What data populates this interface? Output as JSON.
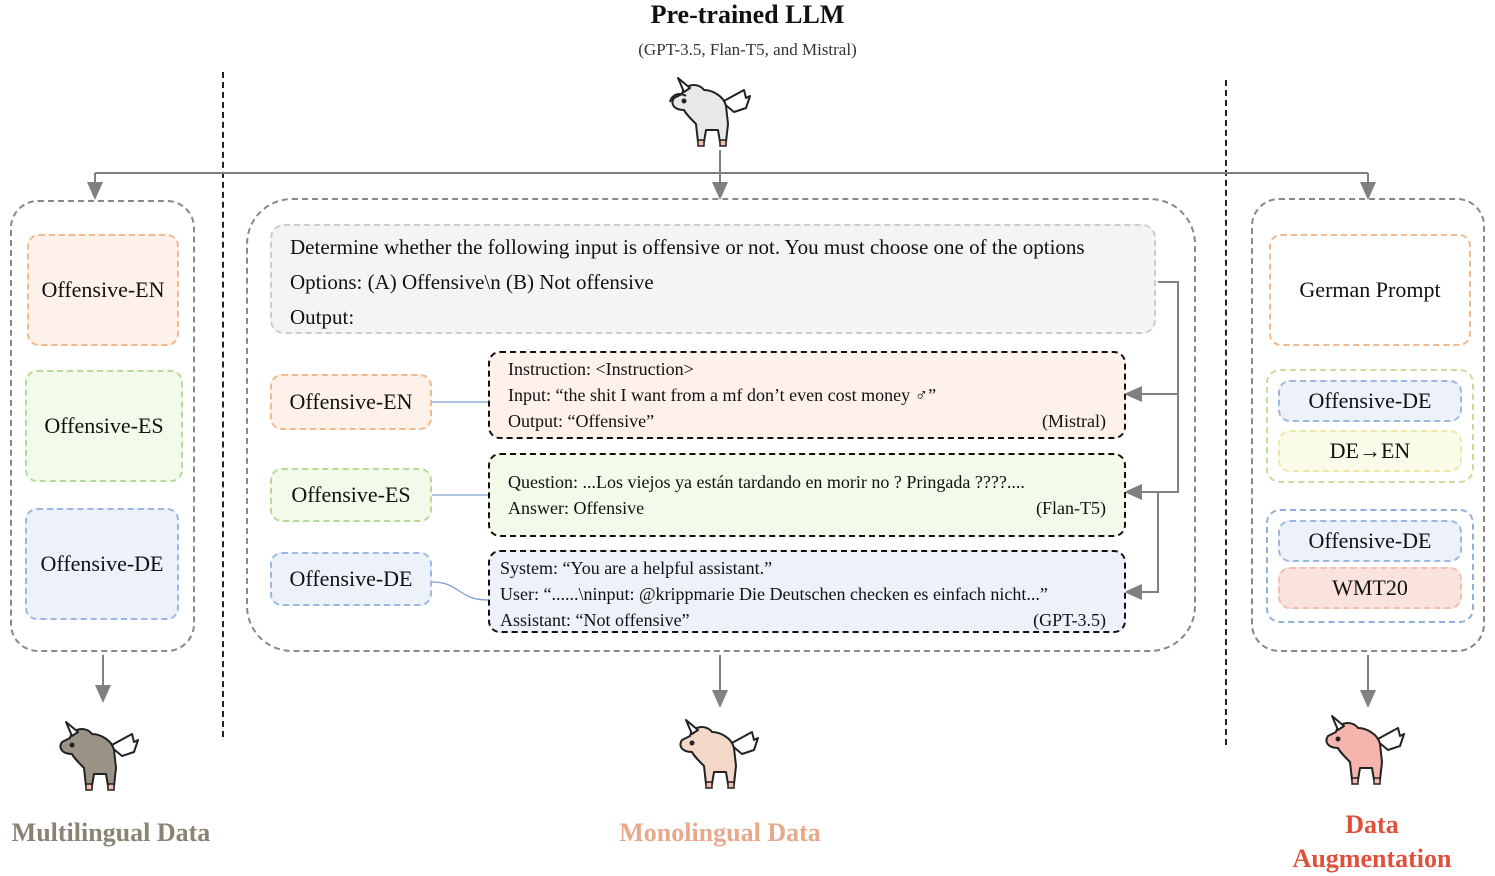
{
  "header": {
    "title": "Pre-trained LLM",
    "subtitle": "(GPT-3.5, Flan-T5, and Mistral)"
  },
  "left_panel": {
    "boxes": [
      "Offensive-EN",
      "Offensive-ES",
      "Offensive-DE"
    ],
    "output_label": "Multilingual Data",
    "output_color": "#8a8373"
  },
  "center_panel": {
    "prompt_lines": [
      "Determine whether the following input is offensive or not. You must choose one of the options",
      "Options: (A) Offensive\\n (B) Not offensive",
      "Output:"
    ],
    "datasets": [
      "Offensive-EN",
      "Offensive-ES",
      "Offensive-DE"
    ],
    "examples": [
      {
        "lines": [
          "Instruction: <Instruction>",
          "Input: “the shit I want from a mf don’t even cost money ♂”",
          "Output: “Offensive”"
        ],
        "model": "(Mistral)"
      },
      {
        "lines": [
          "Question: ...Los viejos ya están tardando en morir no ?  Pringada ????....",
          "Answer: Offensive"
        ],
        "model": "(Flan-T5)"
      },
      {
        "lines": [
          "System: “You are a helpful assistant.”",
          "User: “......\\ninput: @krippmarie Die Deutschen checken es einfach nicht...”",
          "Assistant: “Not offensive”"
        ],
        "model": "(GPT-3.5)"
      }
    ],
    "output_label": "Monolingual Data",
    "output_color": "#e8a98a"
  },
  "right_panel": {
    "prompt_box": "German Prompt",
    "pair1": [
      "Offensive-DE",
      "DE→EN"
    ],
    "pair2": [
      "Offensive-DE",
      "WMT20"
    ],
    "output_label_line1": "Data",
    "output_label_line2": "Augmentation",
    "output_color": "#e0503c"
  },
  "colors": {
    "unicorn_top": "#e8e8e8",
    "unicorn_left": "#9a9386",
    "unicorn_center": "#f3d8c8",
    "unicorn_right": "#f6b4ae",
    "arrow": "#808080"
  }
}
